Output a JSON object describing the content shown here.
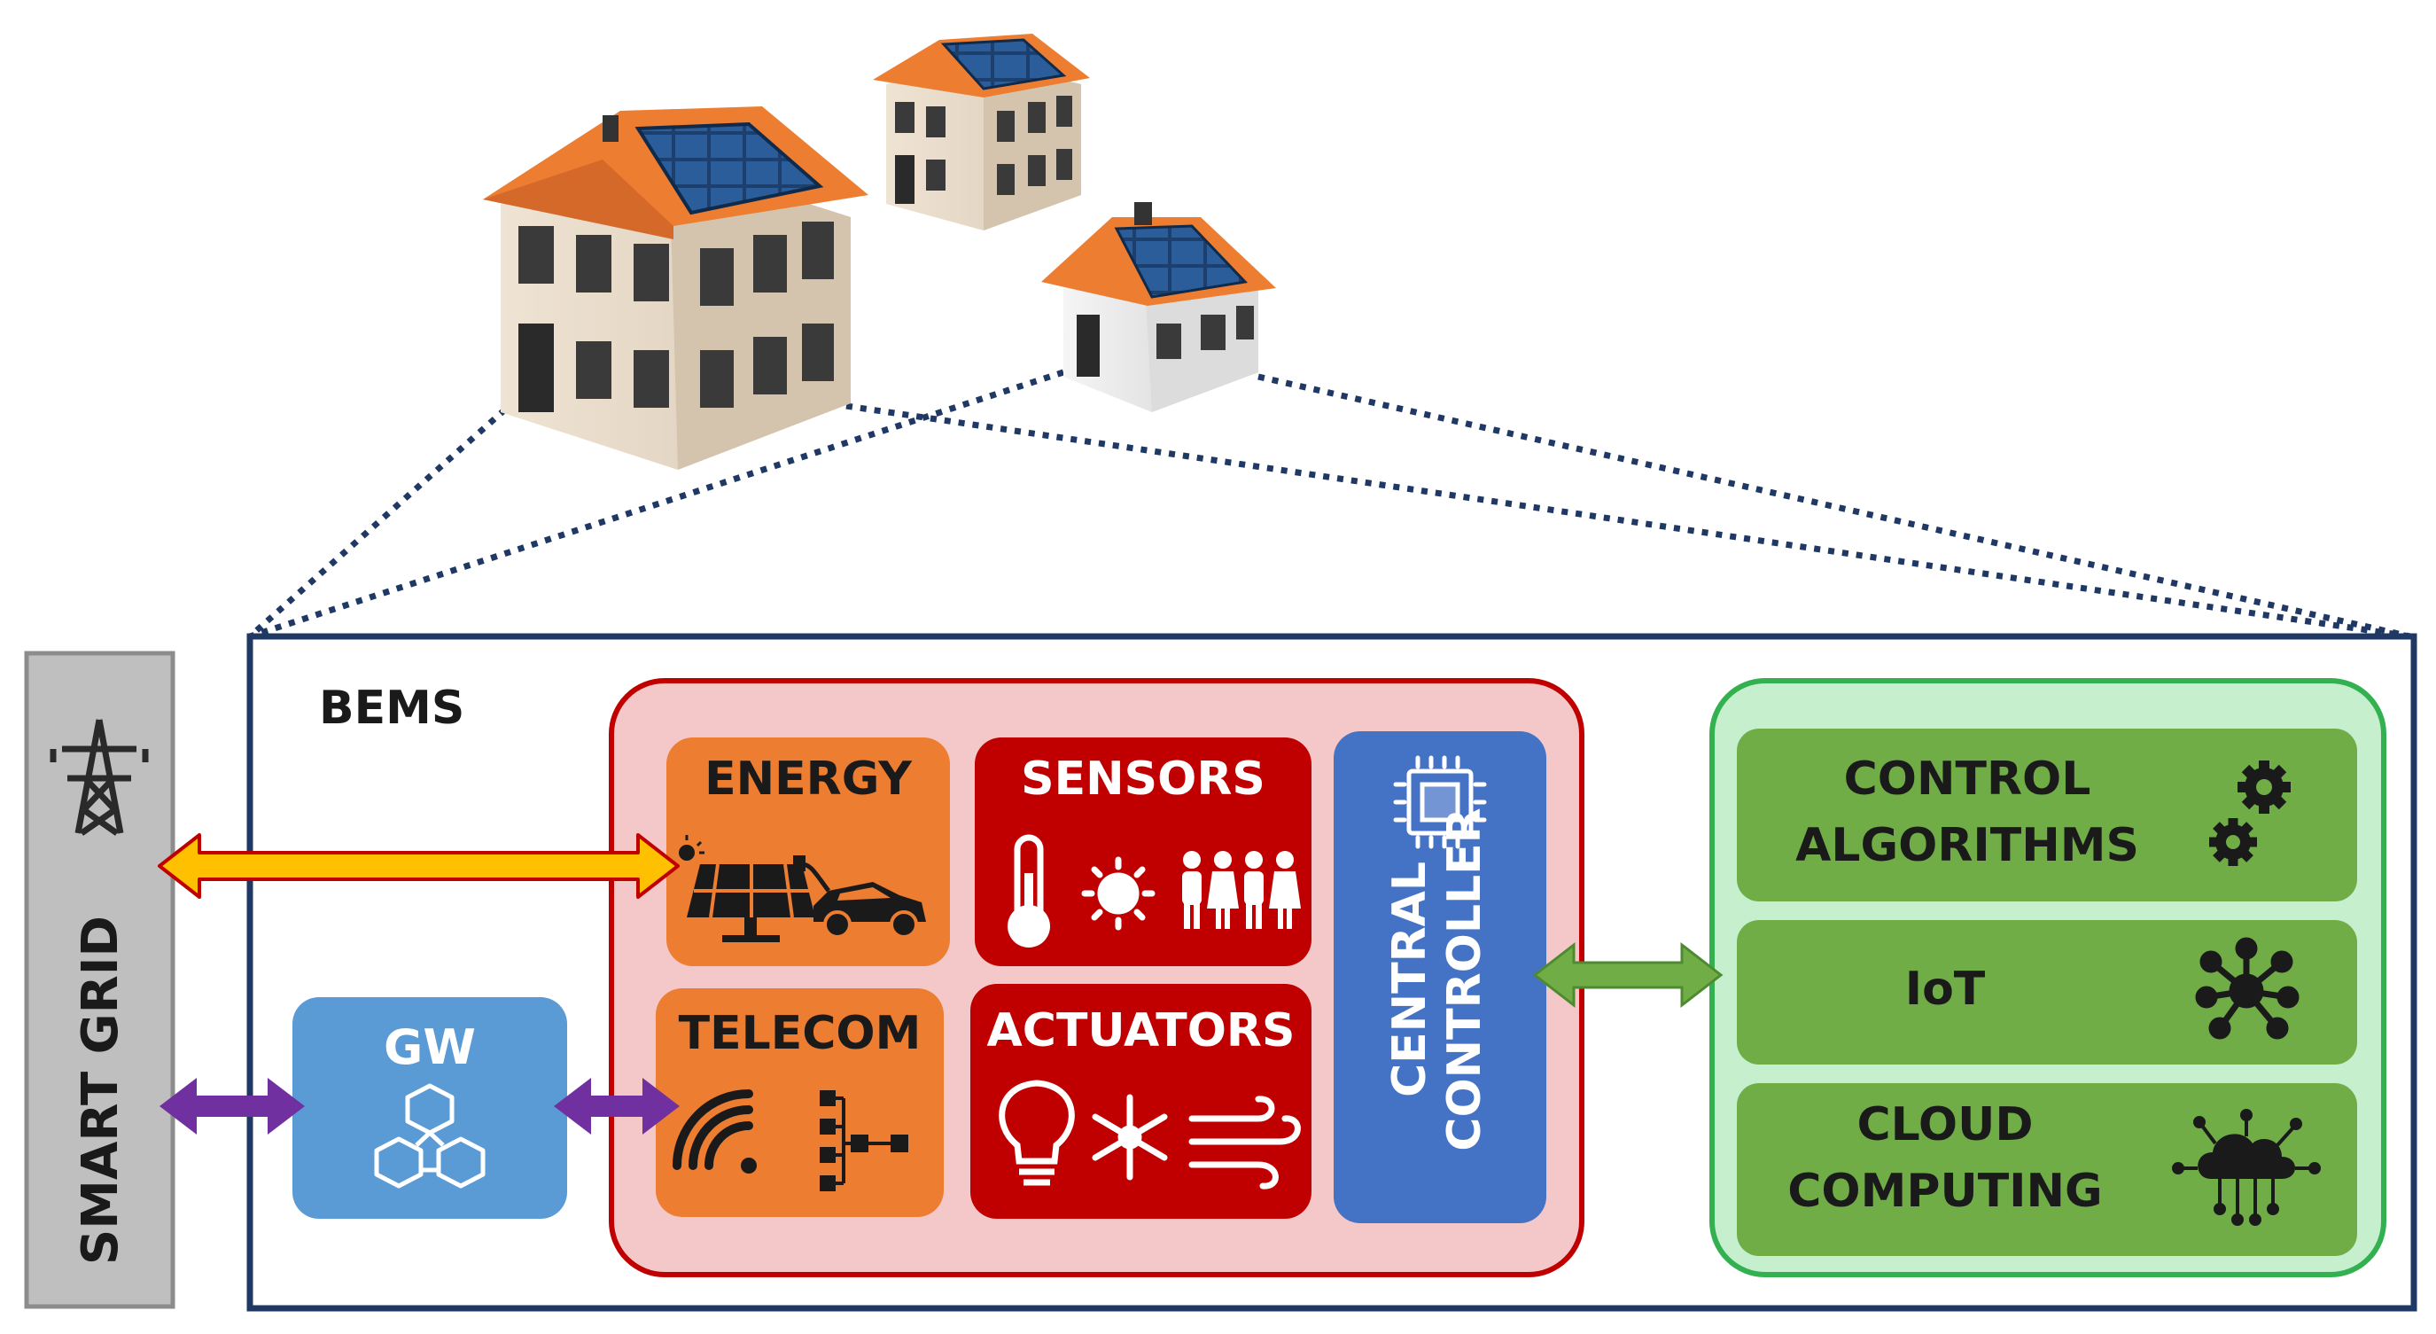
{
  "grid": {
    "label": "SMART GRID",
    "icon": "power-tower-icon"
  },
  "bems": {
    "title": "BEMS"
  },
  "gateway": {
    "label": "GW",
    "icon": "network-cubes-icon"
  },
  "device_group": {
    "energy": {
      "label": "ENERGY",
      "icons": [
        "solar-panel-icon",
        "electric-car-icon"
      ]
    },
    "sensors": {
      "label": "SENSORS",
      "icons": [
        "thermometer-icon",
        "sun-icon",
        "people-icon"
      ]
    },
    "telecom": {
      "label": "TELECOM",
      "icons": [
        "wifi-icon",
        "network-hierarchy-icon"
      ]
    },
    "actuators": {
      "label": "ACTUATORS",
      "icons": [
        "light-bulb-icon",
        "snowflake-icon",
        "wind-icon"
      ]
    }
  },
  "controller": {
    "label_line1": "CENTRAL",
    "label_line2": "CONTROLLER",
    "icon": "chip-icon"
  },
  "services": [
    {
      "line1": "CONTROL",
      "line2": "ALGORITHMS",
      "icon": "gears-icon"
    },
    {
      "line1": "IoT",
      "line2": "",
      "icon": "network-hub-icon"
    },
    {
      "line1": "CLOUD",
      "line2": "COMPUTING",
      "icon": "cloud-circuit-icon"
    }
  ],
  "buildings": [
    "house-icon",
    "house-icon",
    "house-icon"
  ],
  "colors": {
    "energy": "#ED7D31",
    "sensors": "#C00000",
    "controller": "#4472C4",
    "gateway": "#5B9BD5",
    "service": "#70AD47",
    "grid": "#BFBFBF",
    "bems_border": "#1F3864",
    "device_bg": "#F4C7C8",
    "device_border": "#C00000",
    "service_bg": "#C6EFCE",
    "service_border": "#33B050"
  }
}
